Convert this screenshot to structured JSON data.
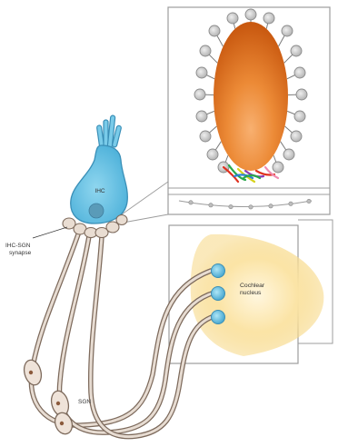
{
  "labels": {
    "ihc": "IHC",
    "synapse_line1": "IHC-SGN",
    "synapse_line2": "synapse",
    "nucleus_line1": "Cochlear",
    "nucleus_line2": "nucleus",
    "sgn": "SGN"
  },
  "colors": {
    "cell_fill": "#6cc3e4",
    "cell_stroke": "#3a8fb7",
    "fiber": "#b7a08e",
    "ribbon": "#e87722",
    "vesicle": "#c8c8c8",
    "frame": "#999999",
    "nucleus_glow": "#f9dd8f"
  },
  "icons": {
    "ribbon": "ribbon-body-icon",
    "stereocilia": "stereocilia-icon"
  }
}
